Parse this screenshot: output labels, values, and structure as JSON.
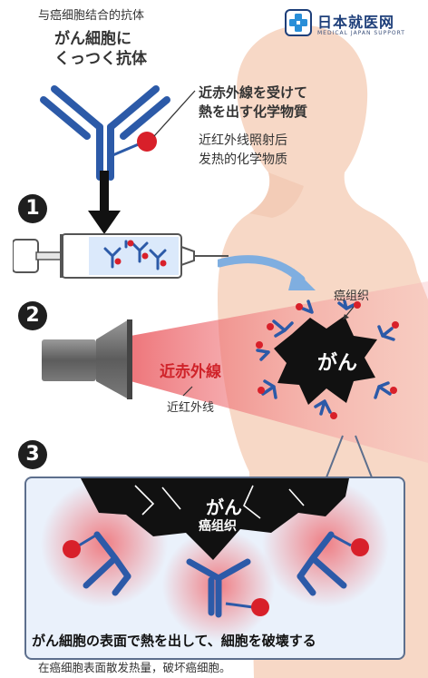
{
  "logo": {
    "name": "日本就医网",
    "sub": "MEDICAL JAPAN SUPPORT"
  },
  "antibody": {
    "label_cn": "与癌细胞结合的抗体",
    "label_jp_line1": "がん細胞に",
    "label_jp_line2": "くっつく抗体"
  },
  "chemical": {
    "label_jp_line1": "近赤外線を受けて",
    "label_jp_line2": "熱を出す化学物質",
    "label_cn_line1": "近红外线照射后",
    "label_cn_line2": "发热的化学物质"
  },
  "steps": {
    "one": "1",
    "two": "2",
    "three": "3"
  },
  "step2": {
    "cancer_tissue": "癌组织",
    "cancer_label": "がん",
    "nir_jp": "近赤外線",
    "nir_cn": "近红外线"
  },
  "step3": {
    "cancer_label": "がん",
    "cancer_tissue": "癌组织",
    "caption_jp": "がん細胞の表面で熱を出して、細胞を破壊する",
    "caption_cn": "在癌细胞表面散发热量，破坏癌细胞。"
  },
  "colors": {
    "antibody": "#2c5aa8",
    "dye": "#d8202a",
    "skin": "#f7d8c6",
    "panel": "#eaf1fb"
  }
}
